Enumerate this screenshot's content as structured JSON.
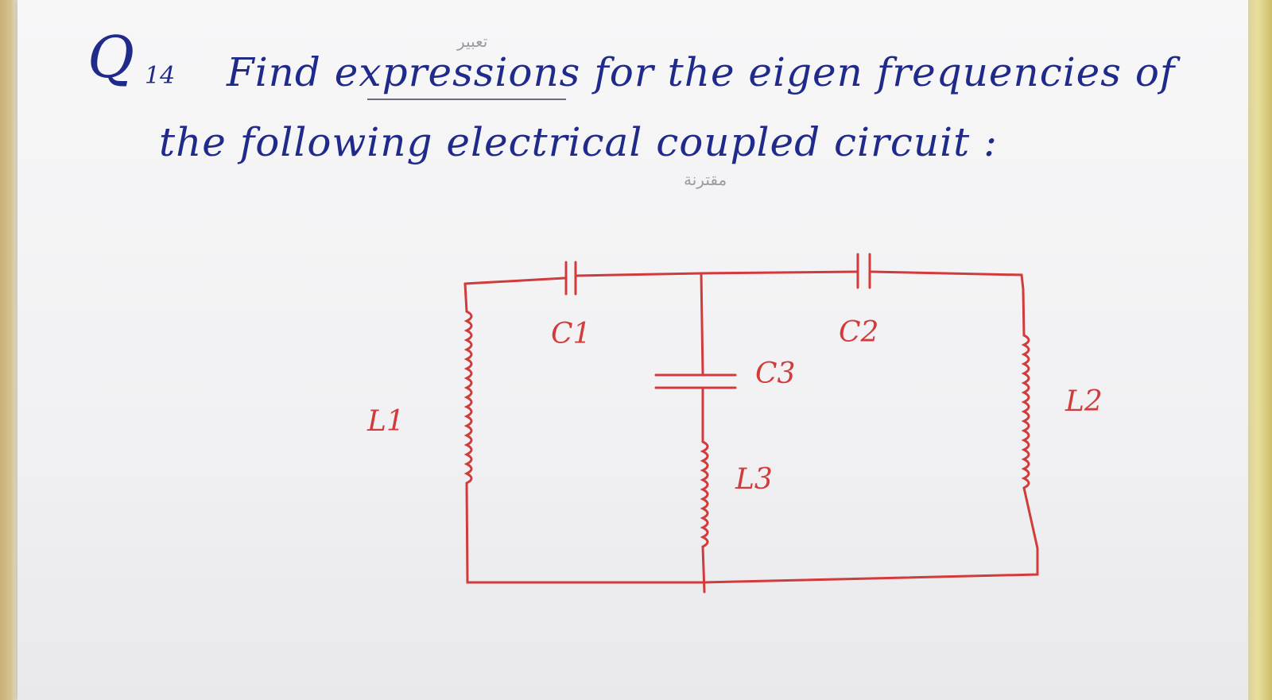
{
  "question": {
    "letter": "Q",
    "number": "14",
    "line1": "Find expressions for the eigen frequencies of",
    "line2": "the following electrical coupled circuit :"
  },
  "annotations": {
    "arabic_over_expressions": "تعبير",
    "arabic_under_coupled": "مقترنة"
  },
  "circuit": {
    "labels": {
      "C1": "C1",
      "C2": "C2",
      "C3": "C3",
      "L1": "L1",
      "L2": "L2",
      "L3": "L3"
    },
    "colors": {
      "ink_blue": "#1f2a8a",
      "wire_red": "#d23b3b"
    }
  }
}
